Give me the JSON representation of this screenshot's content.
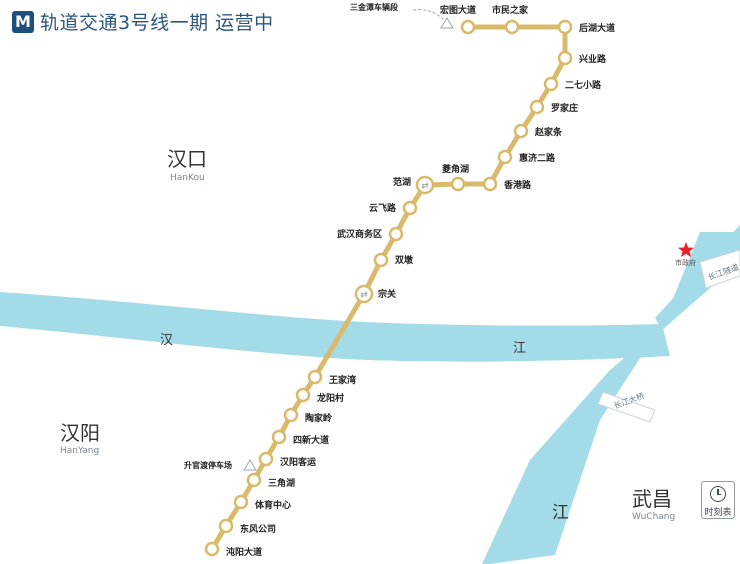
{
  "header": {
    "logo_letter": "M",
    "title": "轨道交通3号线一期 运营中"
  },
  "districts": {
    "hankou": {
      "cn": "汉口",
      "en": "HanKou"
    },
    "hanyang": {
      "cn": "汉阳",
      "en": "HanYang"
    },
    "wuchang": {
      "cn": "武昌",
      "en": "WuChang"
    }
  },
  "river": {
    "han": "汉",
    "jiang_1": "江",
    "jiang_2": "江"
  },
  "bridge_label": "长江大桥",
  "bridge_label_2": "长江隧道",
  "landmark": {
    "label": "市政府"
  },
  "depots": {
    "sanjintan": "三金潭车辆段",
    "shengguandu": "升官渡停车场"
  },
  "line": {
    "color": "#d9b96a",
    "stations": [
      "宏图大道",
      "市民之家",
      "后湖大道",
      "兴业路",
      "二七小路",
      "罗家庄",
      "赵家条",
      "惠济二路",
      "香港路",
      "菱角湖",
      "范湖",
      "云飞路",
      "武汉商务区",
      "双墩",
      "宗关",
      "王家湾",
      "龙阳村",
      "陶家岭",
      "四新大道",
      "汉阳客运",
      "三角湖",
      "体育中心",
      "东风公司",
      "沌阳大道"
    ]
  },
  "timetable_button": {
    "label": "时刻表"
  },
  "colors": {
    "river": "#a4dbe8",
    "line": "#d9b96a",
    "title": "#2b5680",
    "star": "#e8212b"
  }
}
